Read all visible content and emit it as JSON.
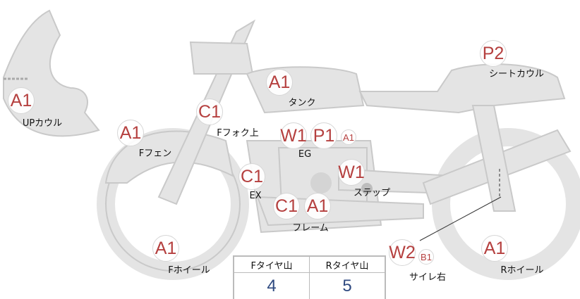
{
  "parts": [
    {
      "id": "upcowl",
      "codes": [
        "A1"
      ],
      "label": "UPカウル"
    },
    {
      "id": "ffender",
      "codes": [
        "A1"
      ],
      "label": "Fフェン"
    },
    {
      "id": "ffork",
      "codes": [
        "C1"
      ],
      "label": "Fフォク上"
    },
    {
      "id": "tank",
      "codes": [
        "A1"
      ],
      "label": "タンク"
    },
    {
      "id": "engine",
      "codes": [
        "W1",
        "P1",
        "A1"
      ],
      "label": "EG"
    },
    {
      "id": "exhaust",
      "codes": [
        "C1"
      ],
      "label": "EX"
    },
    {
      "id": "step",
      "codes": [
        "W1"
      ],
      "label": "ステップ"
    },
    {
      "id": "frame",
      "codes": [
        "C1",
        "A1"
      ],
      "label": "フレーム"
    },
    {
      "id": "fwheel",
      "codes": [
        "A1"
      ],
      "label": "Fホイール"
    },
    {
      "id": "muffler",
      "codes": [
        "W2",
        "B1"
      ],
      "label": "サイレ右"
    },
    {
      "id": "rwheel",
      "codes": [
        "A1"
      ],
      "label": "Rホイール"
    },
    {
      "id": "seatcowl",
      "codes": [
        "P2"
      ],
      "label": "シートカウル"
    }
  ],
  "tread": {
    "headers": [
      "Fタイヤ山",
      "Rタイヤ山"
    ],
    "values": [
      "4",
      "5"
    ]
  },
  "colors": {
    "code": "#b5403f",
    "value": "#2f4a80",
    "bike": "#e4e4e4"
  }
}
